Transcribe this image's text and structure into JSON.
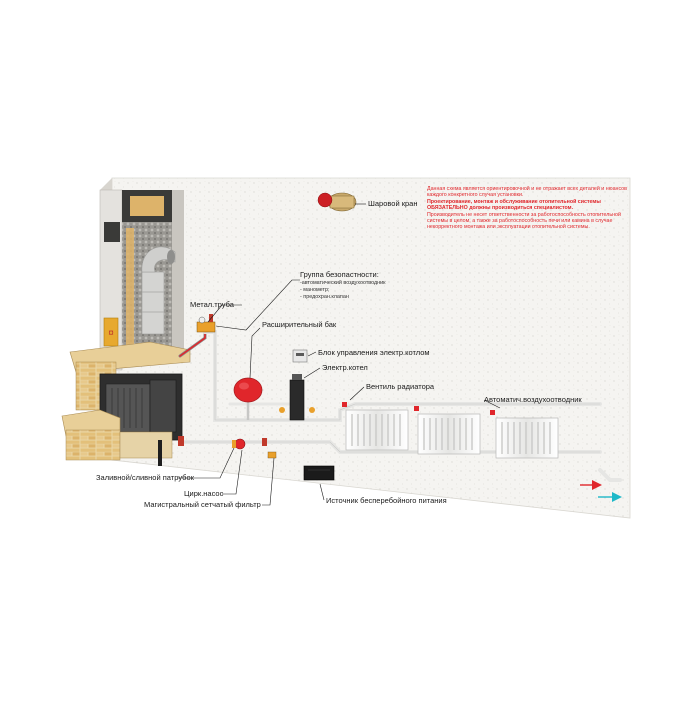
{
  "colors": {
    "pipe_red": "#e0262b",
    "arrow_cyan": "#1fb8c8",
    "wall": "#f5f4f1",
    "stone": "#e3c07a"
  },
  "labels": {
    "ball_valve": "Шаровой кран",
    "safety_group": "Группа безопастности:",
    "safety_items": [
      "-автоматический воздухоотводник",
      "- манометр;",
      "- предохран.клапан"
    ],
    "metal_pipe": "Метал.труба",
    "expansion_tank": "Расширительный бак",
    "control_unit": "Блок управления электр.котлом",
    "electric_boiler": "Электр.котел",
    "radiator_valve": "Вентиль радиатора",
    "air_vent": "Автоматич.воздухоотводник",
    "fill_drain": "Заливной/сливной патрубок",
    "circ_pump": "Цирк.насос",
    "main_filter": "Магистральный сетчатый фильтр",
    "ups": "Источник бесперебойного питания"
  },
  "note": {
    "p1": "Данная схема является ориентировочной и не отражает всех деталей и нюансов каждого конкретного случая установки.",
    "p2": "Проектирование, монтаж и обслуживание отопительной системы ОБЯЗАТЕЛЬНО должны производиться специалистом.",
    "p3": "Производитель не несет ответственности за работоспособность отопительной системы в целом, а также за работоспособность печи или камина в случае некорректного монтажа или эксплуатации отопительной системы."
  }
}
